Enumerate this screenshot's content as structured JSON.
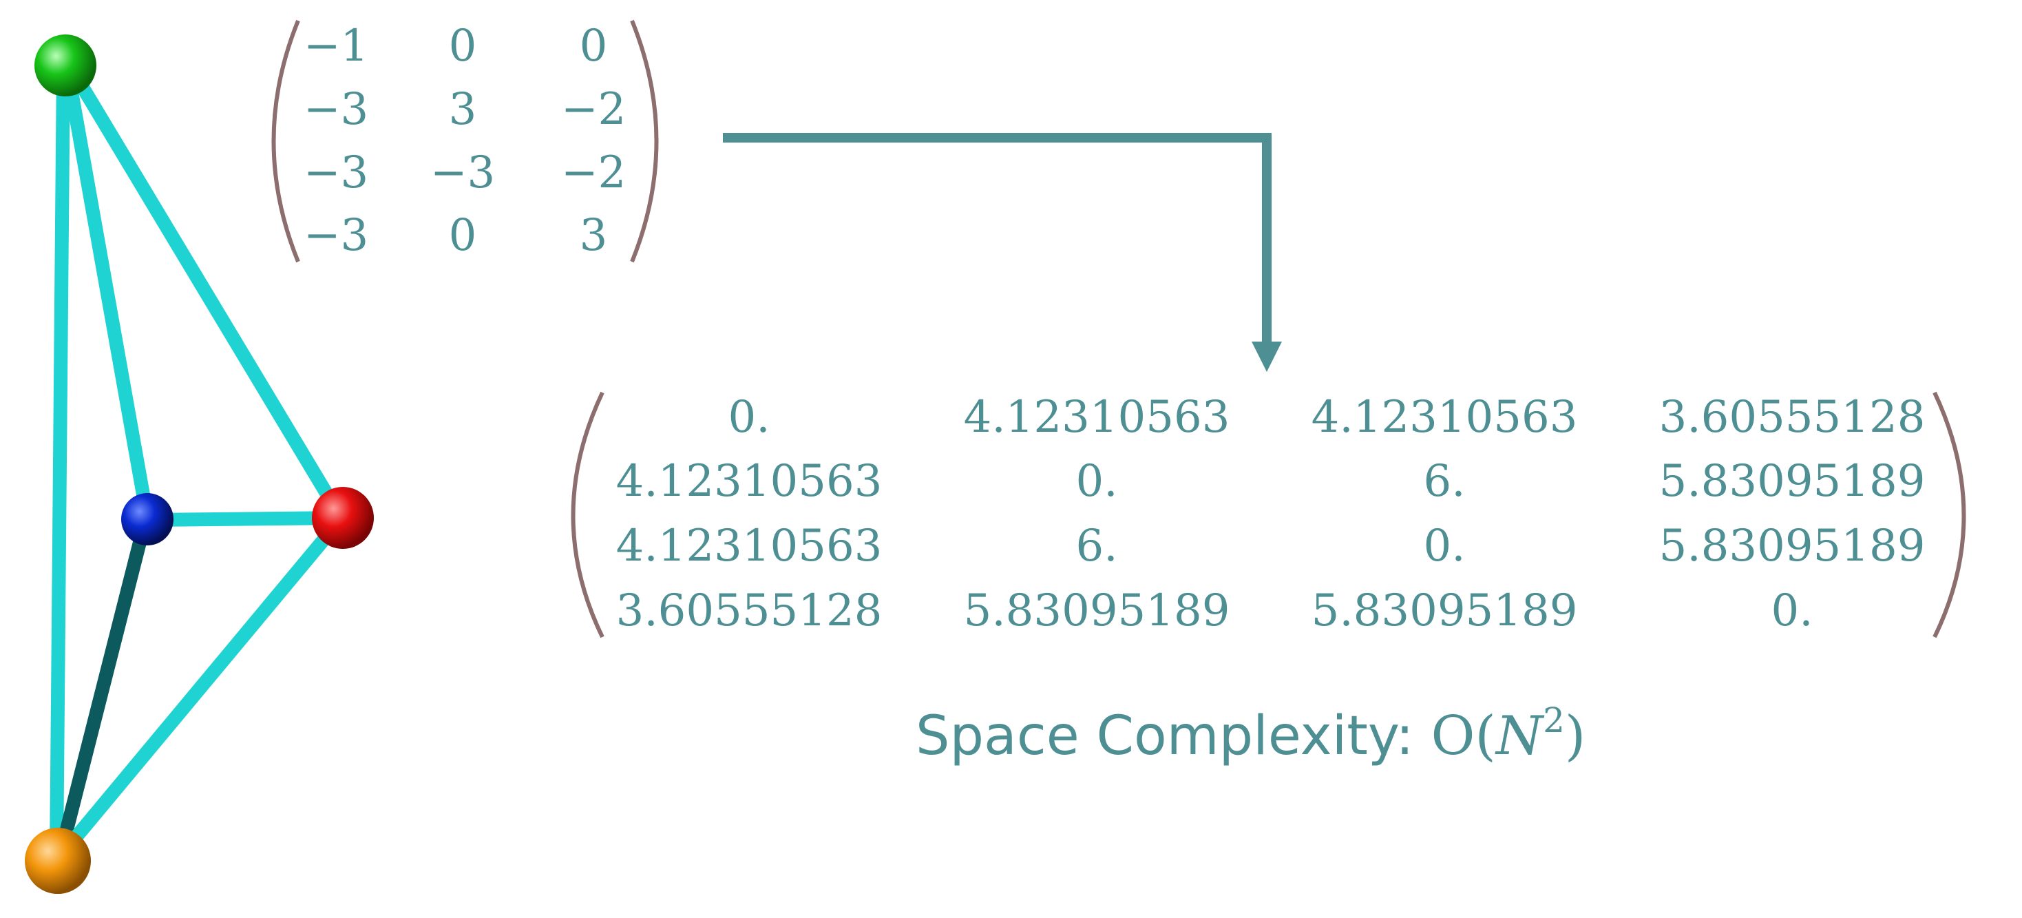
{
  "colors": {
    "text": "#4e8f94",
    "paren": "#8d6e6e",
    "arrow": "#4e8f94",
    "edge": "#1fd3d3",
    "edge_dark": "#0d5a5e",
    "node_top": "#18c418",
    "node_left": "#0a2bd1",
    "node_right": "#e81010",
    "node_bottom": "#f3960b"
  },
  "coords_matrix": [
    [
      "−1",
      "0",
      "0"
    ],
    [
      "−3",
      "3",
      "−2"
    ],
    [
      "−3",
      "−3",
      "−2"
    ],
    [
      "−3",
      "0",
      "3"
    ]
  ],
  "distance_matrix": [
    [
      "0.",
      "4.12310563",
      "4.12310563",
      "3.60555128"
    ],
    [
      "4.12310563",
      "0.",
      "6.",
      "5.83095189"
    ],
    [
      "4.12310563",
      "6.",
      "0.",
      "5.83095189"
    ],
    [
      "3.60555128",
      "5.83095189",
      "5.83095189",
      "0."
    ]
  ],
  "caption": {
    "prefix": "Space Complexity: ",
    "open": "O(",
    "var": "N",
    "exp": "2",
    "close": ")"
  },
  "graph": {
    "nodes": [
      {
        "name": "node-top",
        "color_key": "node_top"
      },
      {
        "name": "node-left",
        "color_key": "node_left"
      },
      {
        "name": "node-right",
        "color_key": "node_right"
      },
      {
        "name": "node-bottom",
        "color_key": "node_bottom"
      }
    ],
    "edges": [
      [
        "node-top",
        "node-bottom"
      ],
      [
        "node-top",
        "node-left"
      ],
      [
        "node-top",
        "node-right"
      ],
      [
        "node-left",
        "node-right"
      ],
      [
        "node-left",
        "node-bottom"
      ],
      [
        "node-right",
        "node-bottom"
      ]
    ]
  }
}
